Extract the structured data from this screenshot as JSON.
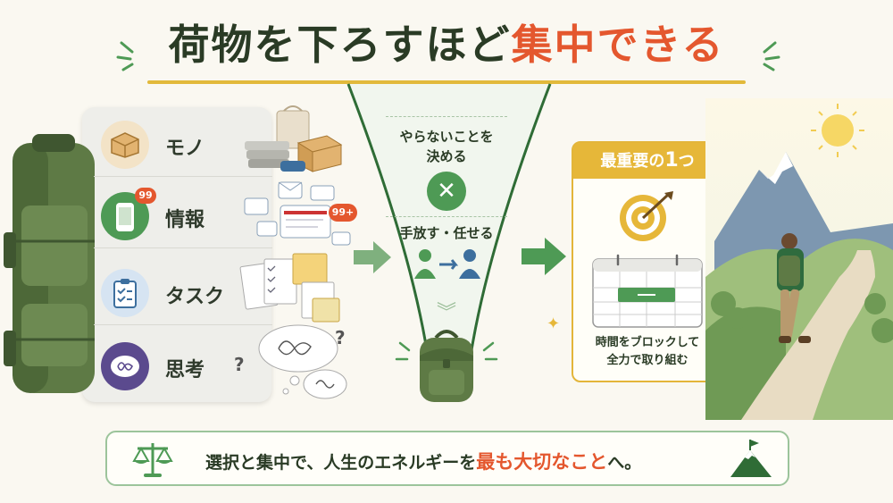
{
  "header": {
    "title_part1": "荷物を下ろすほど",
    "title_part2": "集中できる"
  },
  "left_list": {
    "items": [
      {
        "label": "モノ",
        "icon": "box-icon"
      },
      {
        "label": "情報",
        "icon": "phone-notification-icon",
        "badge": "99"
      },
      {
        "label": "タスク",
        "icon": "clipboard-checklist-icon"
      },
      {
        "label": "思考",
        "icon": "tangled-thought-icon"
      }
    ],
    "notification_badge": "99+",
    "question_marks": [
      "?",
      "?"
    ]
  },
  "funnel": {
    "step1_line1": "やらないことを",
    "step1_line2": "決める",
    "step1_icon": "✕",
    "step2": "手放す・任せる",
    "chevron": "︾"
  },
  "priority_card": {
    "title_prefix": "最重要の",
    "title_number": "1",
    "title_suffix": "つ",
    "icon": "target-icon",
    "calendar_icon": "calendar-block-icon",
    "caption_line1": "時間をブロックして",
    "caption_line2": "全力で取り組む"
  },
  "banner": {
    "text_main": "選択と集中で、人生のエネルギーを",
    "text_highlight": "最も大切なこと",
    "text_end": "へ。",
    "left_icon": "balance-scale-icon",
    "right_icon": "mountain-flag-icon"
  },
  "colors": {
    "accent_green": "#4e9a55",
    "accent_red": "#e4572e",
    "accent_gold": "#e6b739",
    "text_dark": "#2a3b25"
  }
}
